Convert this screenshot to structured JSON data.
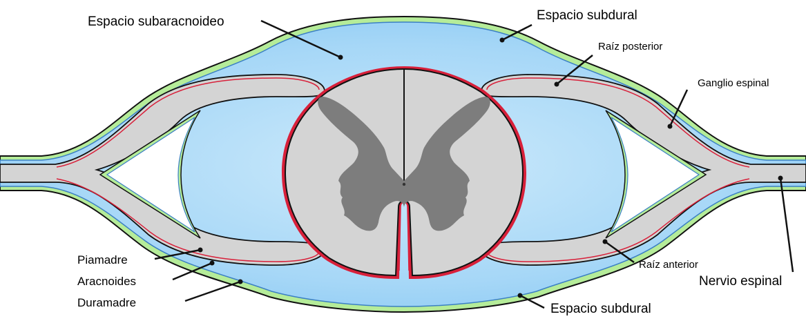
{
  "diagram": {
    "labels": {
      "subarachnoid_space": "Espacio subaracnoideo",
      "subdural_space_top": "Espacio subdural",
      "posterior_root": "Raíz posterior",
      "spinal_ganglion": "Ganglio espinal",
      "anterior_root": "Raíz anterior",
      "spinal_nerve": "Nervio espinal",
      "pia_mater": "Piamadre",
      "arachnoid": "Aracnoides",
      "dura_mater": "Duramadre",
      "subdural_space_bottom": "Espacio subdural"
    },
    "colors": {
      "csf_blue": "#9ed3f6",
      "csf_blue_light": "#c9e9fb",
      "dura_green": "#b5ec99",
      "nerve_gray": "#d4d4d4",
      "gray_matter": "#808080",
      "pia_red": "#d8203a",
      "arachnoid_blue": "#3b7fc4",
      "outline": "#111111"
    }
  }
}
